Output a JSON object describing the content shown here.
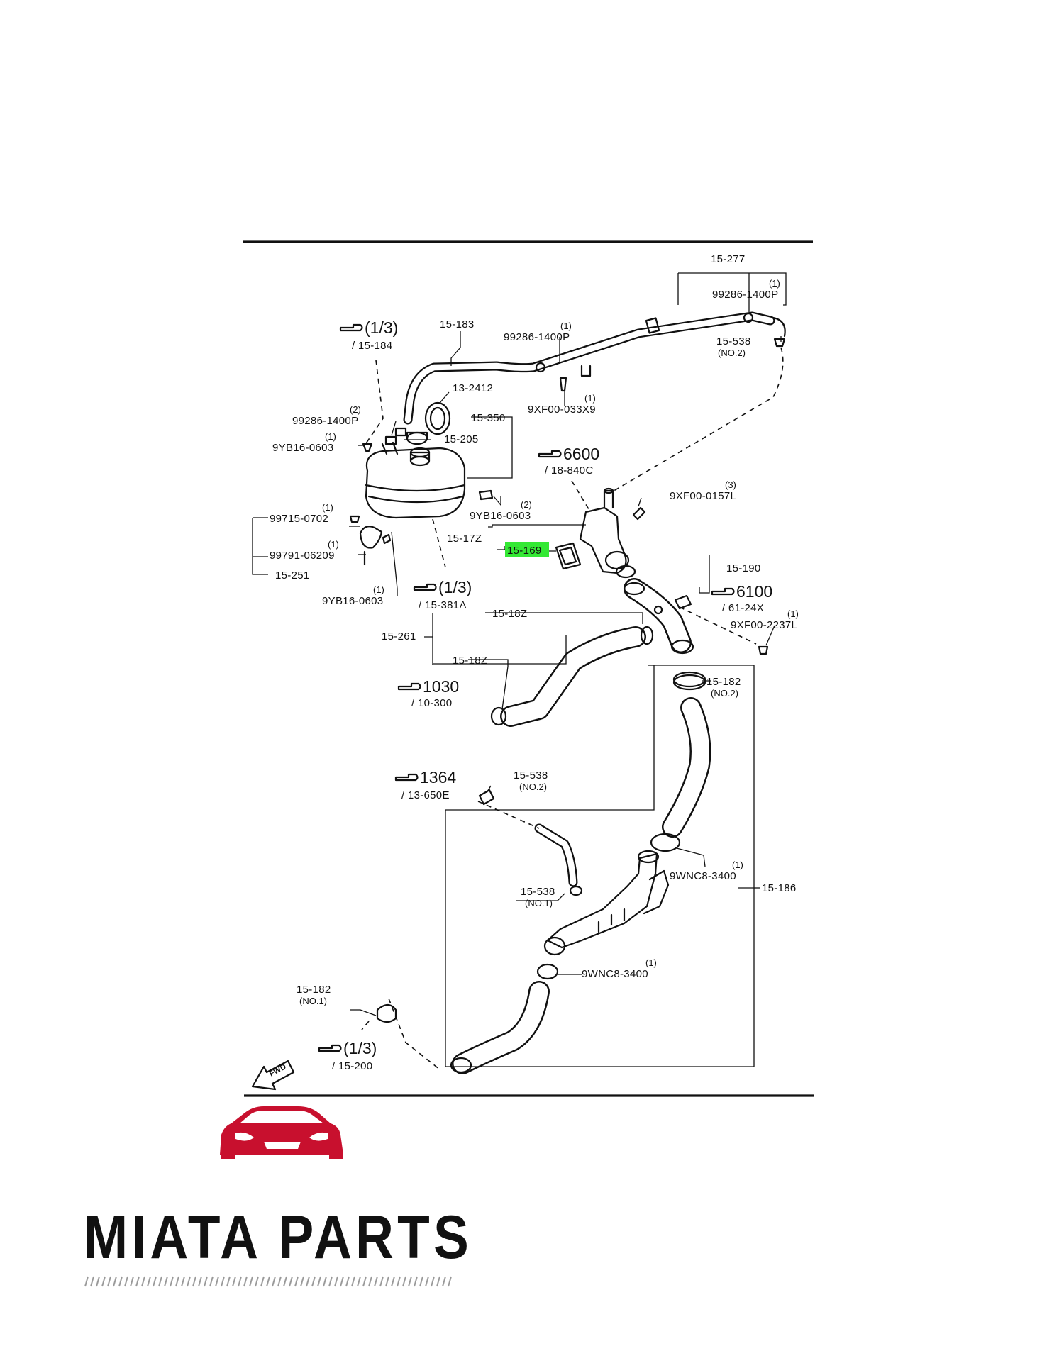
{
  "labels": {
    "l_15_277": "15-277",
    "l_99286_1400p_a": "99286-1400P",
    "l_99286_1400p_a_q": "(1)",
    "l_15_538_a": "15-538",
    "l_15_538_a_sub": "(NO.2)",
    "l_15_183": "15-183",
    "l_99286_1400p_b": "99286-1400P",
    "l_99286_1400p_b_q": "(1)",
    "l_9xf00_033x9": "9XF00-033X9",
    "l_9xf00_033x9_q": "(1)",
    "l_13_2412": "13-2412",
    "l_15_350": "15-350",
    "l_15_205": "15-205",
    "l_99286_1400p_c": "99286-1400P",
    "l_99286_1400p_c_q": "(2)",
    "l_9yb16_0603_a": "9YB16-0603",
    "l_9yb16_0603_a_q": "(1)",
    "l_9xf00_0157l": "9XF00-0157L",
    "l_9xf00_0157l_q": "(3)",
    "l_9yb16_0603_b": "9YB16-0603",
    "l_9yb16_0603_b_q": "(2)",
    "l_15_17z": "15-17Z",
    "l_15_169": "15-169",
    "l_99715_0702": "99715-0702",
    "l_99715_0702_q": "(1)",
    "l_99791_06209": "99791-06209",
    "l_99791_06209_q": "(1)",
    "l_15_251": "15-251",
    "l_9yb16_0603_c": "9YB16-0603",
    "l_9yb16_0603_c_q": "(1)",
    "l_15_190": "15-190",
    "l_9xf00_2237l": "9XF00-2237L",
    "l_9xf00_2237l_q": "(1)",
    "l_15_18z_a": "15-18Z",
    "l_15_261": "15-261",
    "l_15_18z_b": "15-18Z",
    "l_15_182_a": "15-182",
    "l_15_182_a_sub": "(NO.2)",
    "l_15_538_b": "15-538",
    "l_15_538_b_sub": "(NO.2)",
    "l_9wnc8_3400_a": "9WNC8-3400",
    "l_9wnc8_3400_a_q": "(1)",
    "l_15_186": "15-186",
    "l_15_538_c": "15-538",
    "l_15_538_c_sub": "(NO.1)",
    "l_9wnc8_3400_b": "9WNC8-3400",
    "l_9wnc8_3400_b_q": "(1)",
    "l_15_182_b": "15-182",
    "l_15_182_b_sub": "(NO.1)"
  },
  "refs": {
    "r1_top": "(1/3)",
    "r1_bot": "/ 15-184",
    "r2_top": "6600",
    "r2_bot": "/ 18-840C",
    "r3_top": "(1/3)",
    "r3_bot": "/ 15-381A",
    "r4_top": "6100",
    "r4_bot": "/ 61-24X",
    "r5_top": "1030",
    "r5_bot": "/ 10-300",
    "r6_top": "1364",
    "r6_bot": "/ 13-650E",
    "r7_top": "(1/3)",
    "r7_bot": "/ 15-200"
  },
  "fwd": "FWD",
  "brand": {
    "name": "MIATA PARTS",
    "color": "#c8102e"
  },
  "highlight": {
    "part": "15-169",
    "color": "#34e834"
  }
}
